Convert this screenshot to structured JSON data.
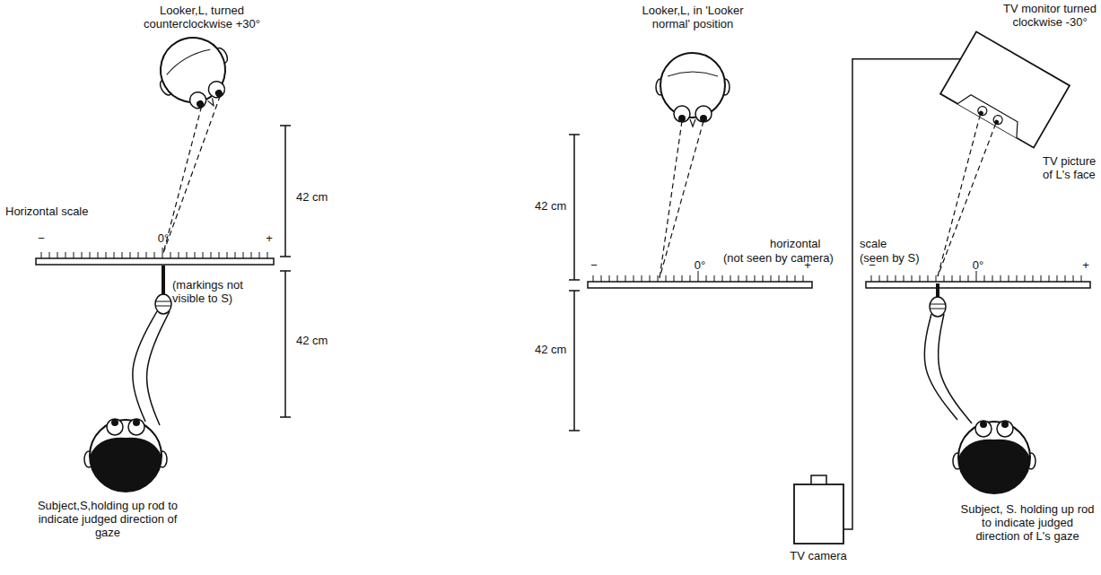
{
  "diagram": {
    "labels": [
      "Looker,L, turned counterclockwise +30°",
      "42 cm",
      "Horizontal scale",
      "0°",
      "−",
      "+",
      "42 cm",
      "(markings not visible to S)",
      "Subject,S,holding up rod to indicate judged direction of gaze",
      "Looker,L, in 'Looker normal' position",
      "TV monitor turned clockwise -30°",
      "42 cm",
      "horizontal",
      "scale",
      "(not seen by camera)",
      "(seen by S)",
      "TV picture of L's face",
      "−",
      "0°",
      "+",
      "−",
      "0°",
      "+",
      "42 cm",
      "TV camera",
      "Subject, S. holding up rod to indicate judged direction of L's gaze"
    ]
  }
}
